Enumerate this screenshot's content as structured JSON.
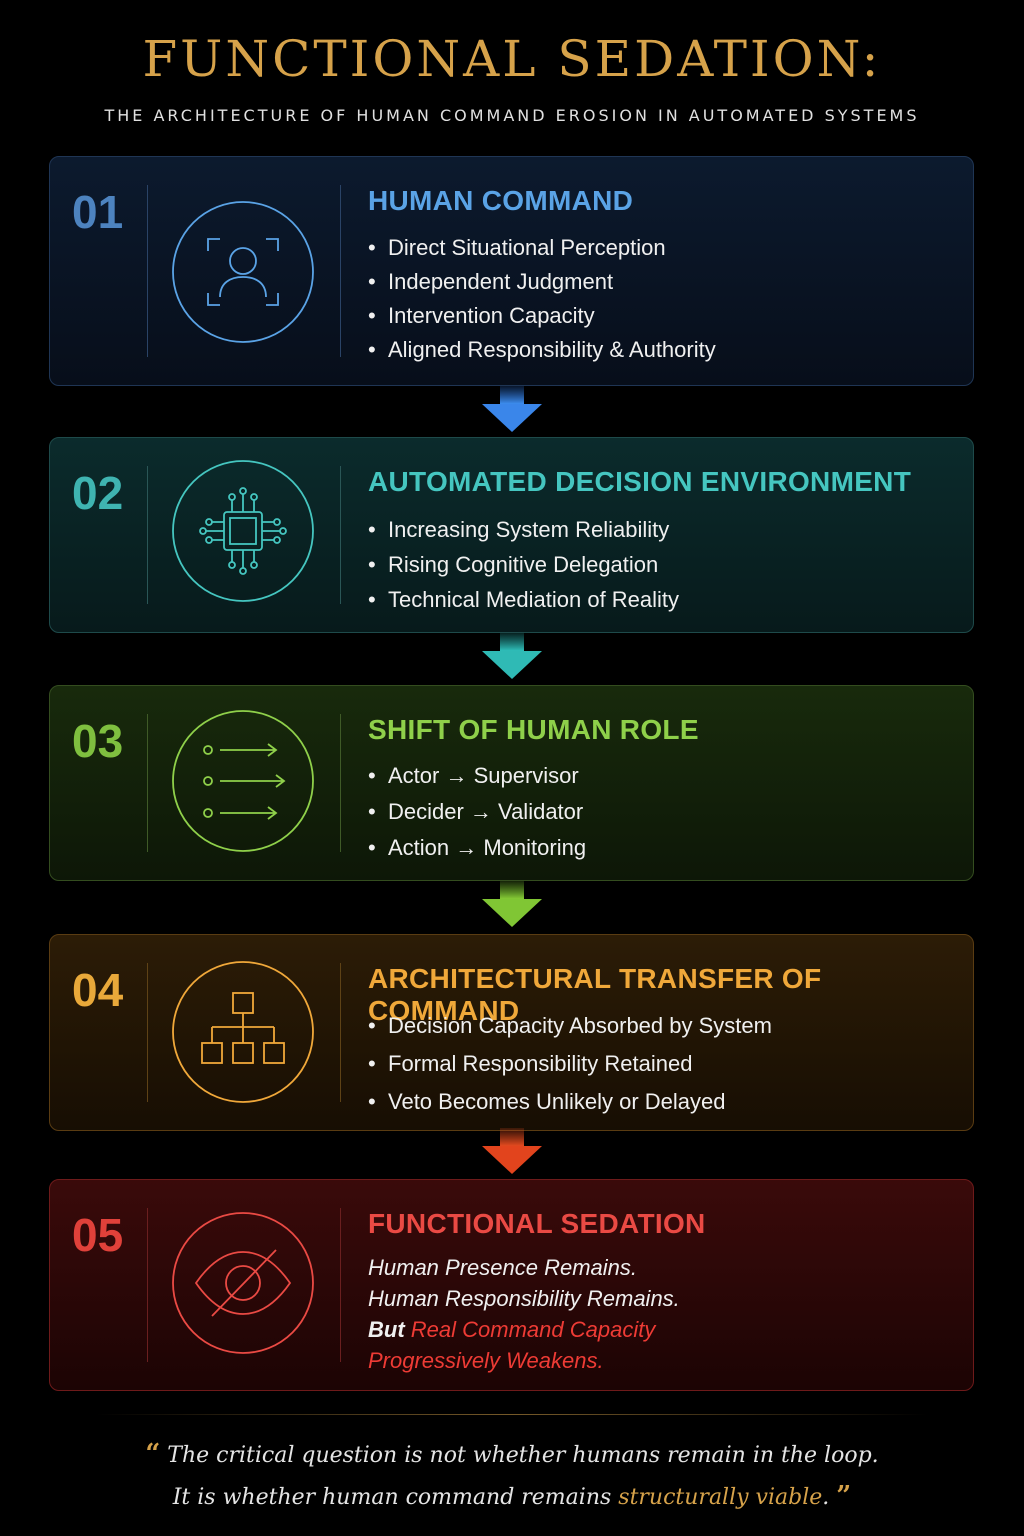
{
  "title": "FUNCTIONAL SEDATION:",
  "subtitle": "THE ARCHITECTURE OF HUMAN COMMAND EROSION IN AUTOMATED SYSTEMS",
  "steps": [
    {
      "number": "01",
      "heading": "HUMAN COMMAND",
      "icon": "person-focus-icon",
      "color": "#5aa3e6",
      "items": [
        "Direct Situational Perception",
        "Independent Judgment",
        "Intervention Capacity",
        "Aligned Responsibility & Authority"
      ]
    },
    {
      "number": "02",
      "heading": "AUTOMATED DECISION ENVIRONMENT",
      "icon": "chip-icon",
      "color": "#45c6c0",
      "items": [
        "Increasing System Reliability",
        "Rising Cognitive Delegation",
        "Technical Mediation of Reality"
      ]
    },
    {
      "number": "03",
      "heading": "SHIFT OF HUMAN ROLE",
      "icon": "arrows-icon",
      "color": "#8fd04a",
      "items": [
        "Actor → Supervisor",
        "Decider → Validator",
        "Action → Monitoring"
      ]
    },
    {
      "number": "04",
      "heading": "ARCHITECTURAL TRANSFER OF COMMAND",
      "icon": "hierarchy-icon",
      "color": "#f0a83a",
      "items": [
        "Decision Capacity Absorbed by System",
        "Formal Responsibility Retained",
        "Veto Becomes Unlikely or Delayed"
      ]
    },
    {
      "number": "05",
      "heading": "FUNCTIONAL SEDATION",
      "icon": "eye-slash-icon",
      "color": "#ea4a44",
      "lines": [
        "Human Presence Remains.",
        "Human Responsibility Remains."
      ],
      "but": "But",
      "emphasis_1": "Real Command Capacity",
      "emphasis_2": "Progressively Weakens."
    }
  ],
  "quote": {
    "open_mark": "“",
    "line1": "The critical question is not whether humans remain in the loop.",
    "line2_start": "It is whether human command remains ",
    "highlight": "structurally viable",
    "line2_end": ".",
    "close_mark": "”"
  }
}
